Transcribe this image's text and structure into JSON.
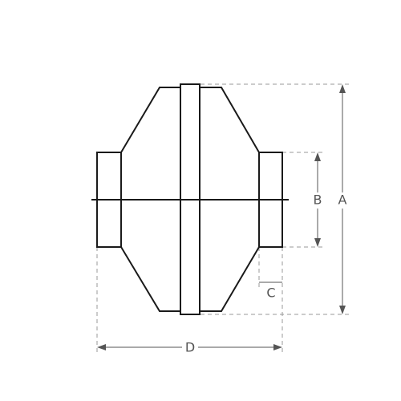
{
  "diagram": {
    "dimension_labels": {
      "a": "A",
      "b": "B",
      "c": "C",
      "d": "D"
    },
    "colors": {
      "outline": "#1a1a1a",
      "dimension": "#555555",
      "extension": "#9a9a9a",
      "background": "#ffffff"
    }
  }
}
